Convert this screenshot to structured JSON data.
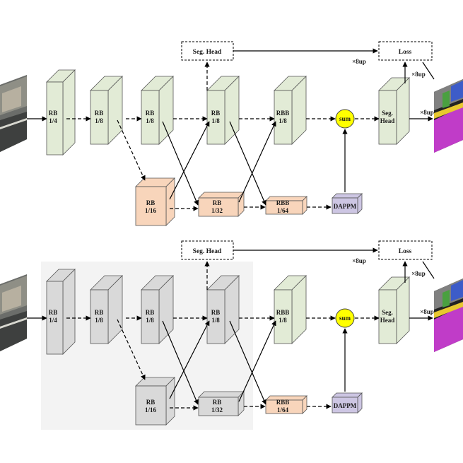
{
  "colors": {
    "green_block": "#e2ebd6",
    "orange_block": "#f8d5bb",
    "purple_block": "#cdc6e3",
    "gray_block": "#d9d9d9",
    "sum_fill": "#ffff00",
    "gray_panel": "#f3f3f3",
    "seg_road": "#c03cc8",
    "seg_sky": "#3d5cc8",
    "seg_veg": "#4aa040"
  },
  "top": {
    "seg_head_top": "Seg. Head",
    "loss": "Loss",
    "up1": "×8up",
    "up2": "×8up",
    "up3": "×8up",
    "b1": [
      "RB",
      "1/4"
    ],
    "b2": [
      "RB",
      "1/8"
    ],
    "b3": [
      "RB",
      "1/8"
    ],
    "b4": [
      "RB",
      "1/8"
    ],
    "b5": [
      "RBB",
      "1/8"
    ],
    "b6": [
      "RB",
      "1/16"
    ],
    "b7": [
      "RB",
      "1/32"
    ],
    "b8": [
      "RBB",
      "1/64"
    ],
    "dappm": "DAPPM",
    "sum": "sum",
    "seghead": [
      "Seg.",
      "Head"
    ]
  },
  "bottom": {
    "seg_head_top": "Seg. Head",
    "loss": "Loss",
    "up1": "×8up",
    "up2": "×8up",
    "up3": "×8up",
    "b1": [
      "RB",
      "1/4"
    ],
    "b2": [
      "RB",
      "1/8"
    ],
    "b3": [
      "RB",
      "1/8"
    ],
    "b4": [
      "RB",
      "1/8"
    ],
    "b5": [
      "RBB",
      "1/8"
    ],
    "b6": [
      "RB",
      "1/16"
    ],
    "b7": [
      "RB",
      "1/32"
    ],
    "b8": [
      "RBB",
      "1/64"
    ],
    "dappm": "DAPPM",
    "sum": "sum",
    "seghead": [
      "Seg.",
      "Head"
    ]
  }
}
